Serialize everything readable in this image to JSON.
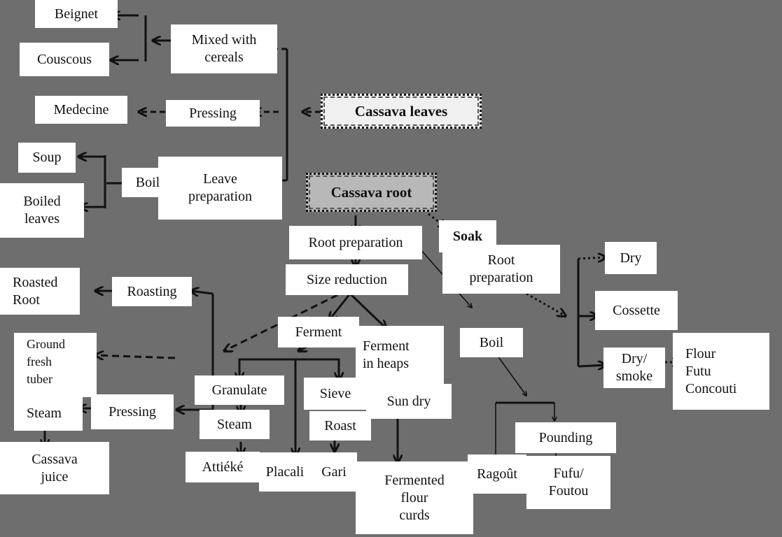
{
  "diagram": {
    "nodes": {
      "cassava_leaves": "Cassava leaves",
      "cassava_root": "Cassava root",
      "mixed_with_cereals": "Mixed with\ncereals",
      "beignet": "Beignet",
      "couscous": "Couscous",
      "pressing_leaves": "Pressing",
      "medecine": "Medecine",
      "leave_preparation": "Leave\npreparation",
      "boil_leaves": "Boil",
      "soup": "Soup",
      "boiled_leaves": "Boiled\nleaves",
      "root_preparation": "Root preparation",
      "soak": "Soak",
      "root_preparation_2": "Root\npreparation",
      "dry": "Dry",
      "cossette": "Cossette",
      "dry_smoke": "Dry/\nsmoke",
      "flour_futu_concouti": "Flour\nFutu\nConcouti",
      "size_reduction": "Size reduction",
      "roasting": "Roasting",
      "roasted_root": "Roasted\nRoot",
      "ground_fresh_tuber": "Ground\nfresh\ntuber",
      "steam_left": "Steam",
      "pressing_root": "Pressing",
      "cassava_juice": "Cassava\njuice",
      "ferment": "Ferment",
      "ferment_in_heaps": "Ferment\nin heaps",
      "granulate": "Granulate",
      "steam_mid": "Steam",
      "attieke": "Attiéké",
      "placali": "Placali",
      "sieve": "Sieve",
      "roast": "Roast",
      "gari": "Gari",
      "sun_dry": "Sun dry",
      "fermented_flour_curds": "Fermented\nflour\ncurds",
      "boil_root": "Boil",
      "ragout": "Ragoût",
      "pounding": "Pounding",
      "fufu_foutou": "Fufu/\nFoutou"
    }
  },
  "colors": {
    "background": "#6e6e6e",
    "box": "#ffffff",
    "text": "#111111",
    "arrow": "#111111",
    "root_fill": "#b8b8b8"
  }
}
